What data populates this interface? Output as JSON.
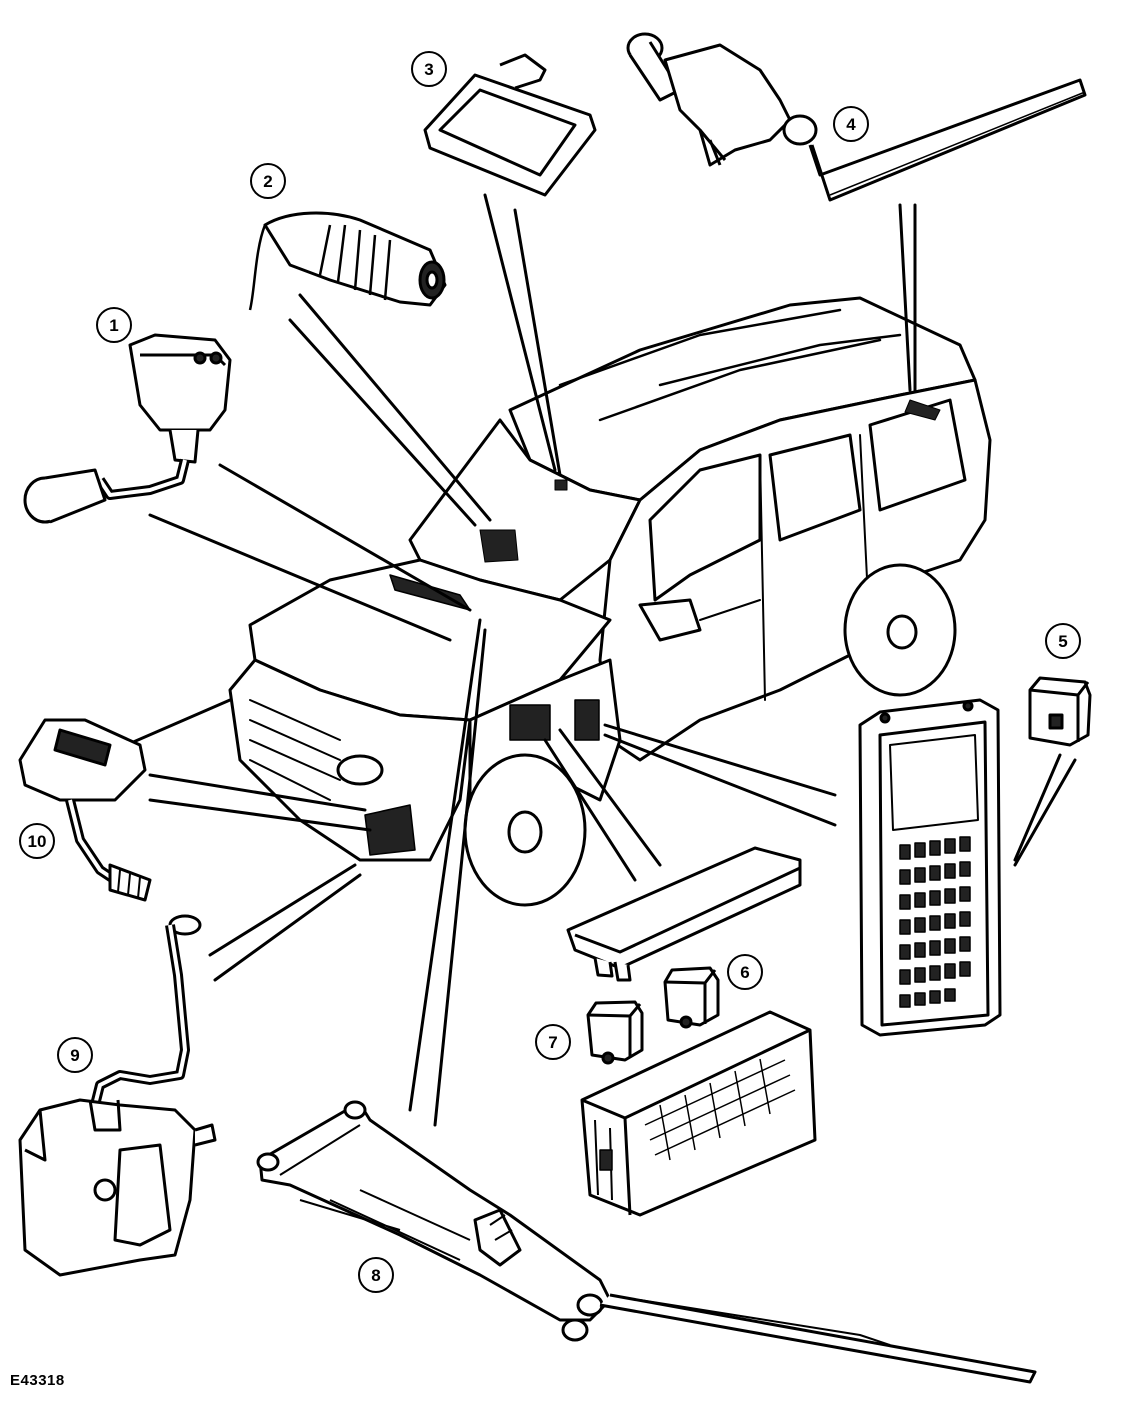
{
  "figure_id": "E43318",
  "callouts": {
    "c1": "1",
    "c2": "2",
    "c3": "3",
    "c4": "4",
    "c5": "5",
    "c6": "6",
    "c7": "7",
    "c8": "8",
    "c9": "9",
    "c10": "10"
  },
  "colors": {
    "line": "#000000",
    "background": "#ffffff",
    "component_fill": "#ffffff",
    "dark_detail": "#222222"
  }
}
